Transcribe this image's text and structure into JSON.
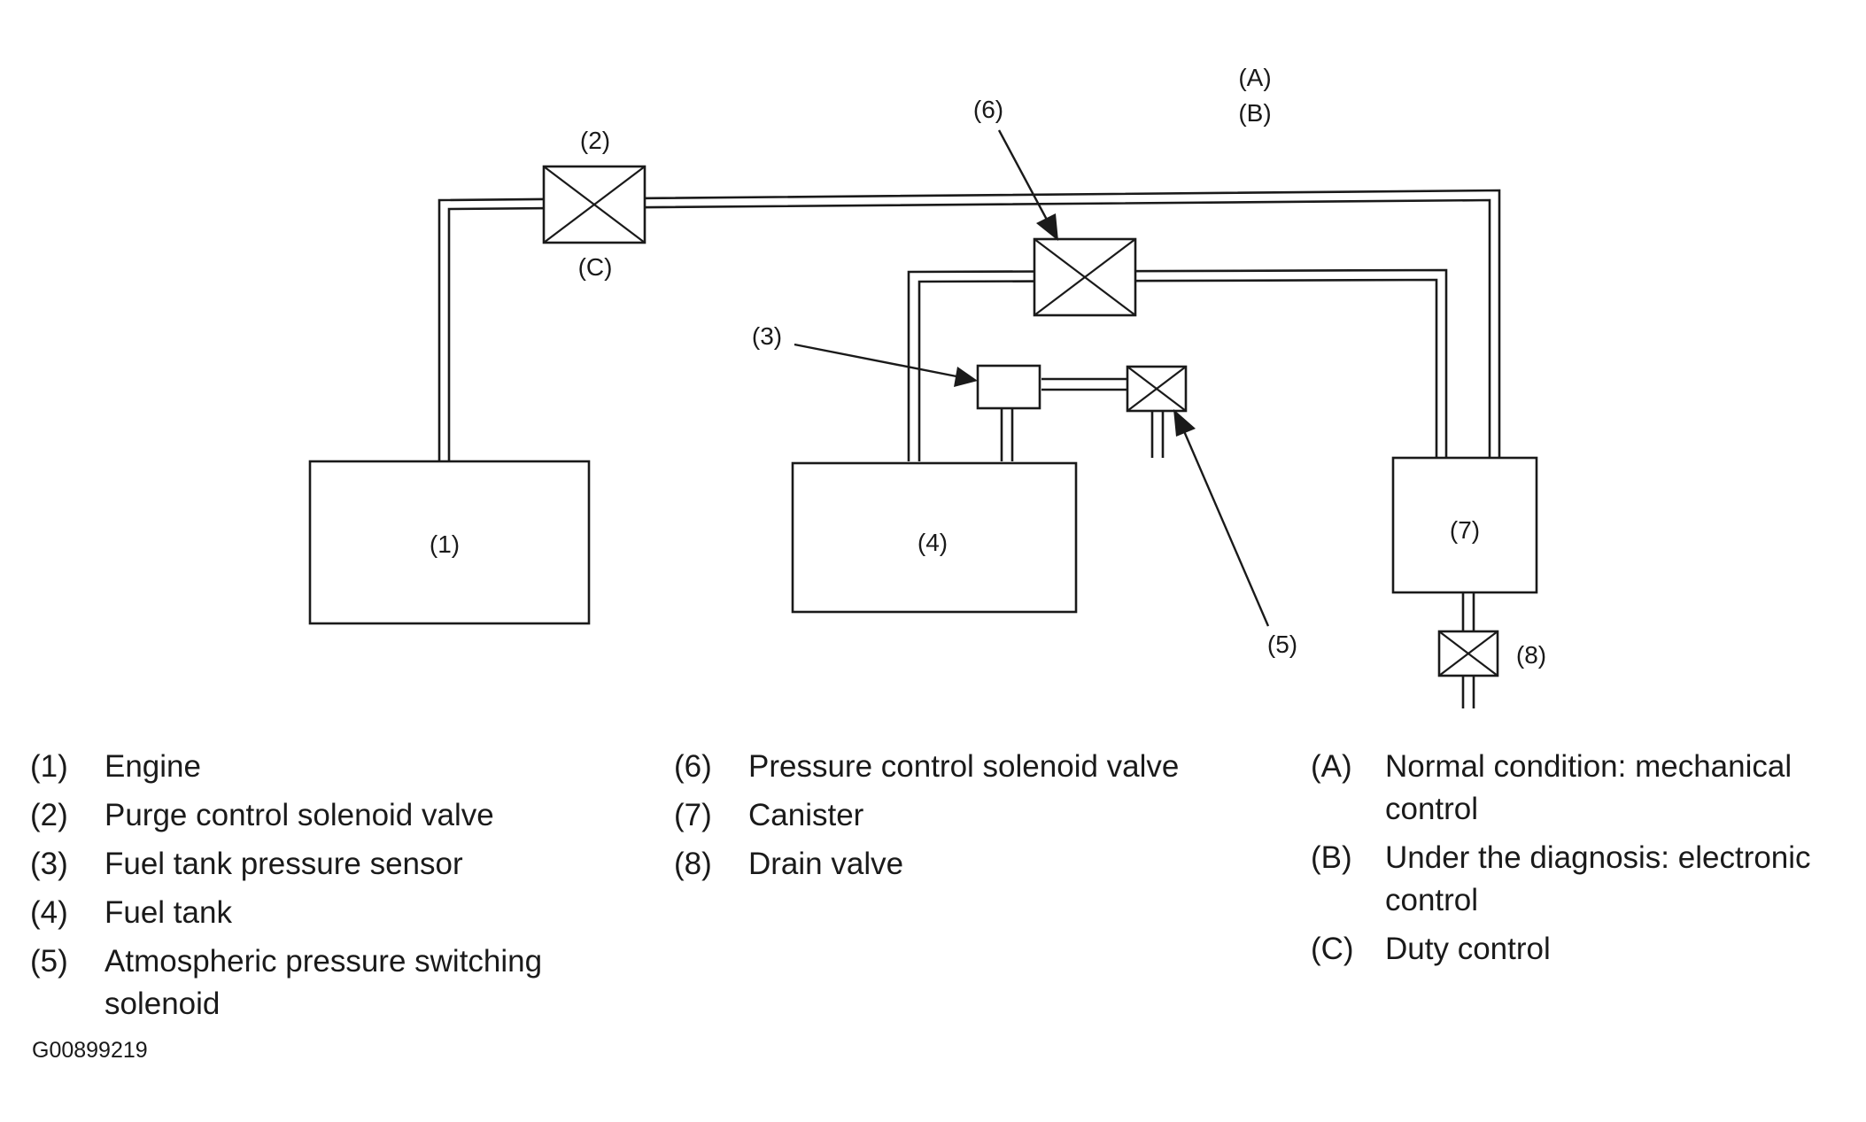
{
  "diagram_labels": {
    "engine_box": "(1)",
    "purge_valve_top": "(2)",
    "purge_valve_bottom": "(C)",
    "pressure_sensor": "(3)",
    "fuel_tank_box": "(4)",
    "atmos_solenoid": "(5)",
    "pressure_control_valve": "(6)",
    "canister_box": "(7)",
    "drain_valve": "(8)",
    "mode_a": "(A)",
    "mode_b": "(B)"
  },
  "legend": {
    "column1": [
      {
        "num": "(1)",
        "text": "Engine"
      },
      {
        "num": "(2)",
        "text": "Purge control solenoid valve"
      },
      {
        "num": "(3)",
        "text": "Fuel tank pressure sensor"
      },
      {
        "num": "(4)",
        "text": "Fuel tank"
      },
      {
        "num": "(5)",
        "text": "Atmospheric pressure switching solenoid"
      }
    ],
    "column2": [
      {
        "num": "(6)",
        "text": "Pressure control solenoid valve"
      },
      {
        "num": "(7)",
        "text": "Canister"
      },
      {
        "num": "(8)",
        "text": "Drain valve"
      }
    ],
    "column3": [
      {
        "num": "(A)",
        "text": "Normal condition: mechanical control"
      },
      {
        "num": "(B)",
        "text": "Under the diagnosis: electronic control"
      },
      {
        "num": "(C)",
        "text": "Duty control"
      }
    ]
  },
  "figure_code": "G00899219"
}
